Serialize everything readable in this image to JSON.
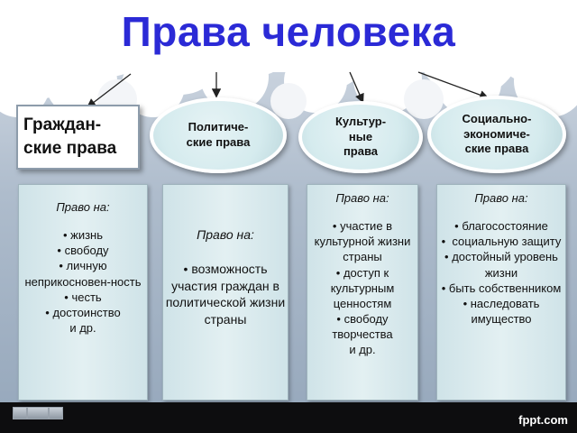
{
  "title": "Права человека",
  "categories": {
    "civil": "Граждан-\nские права",
    "political": "Политиче-\nские права",
    "cultural": "Культур-\nные\nправа",
    "socioeconomic": "Социально-\nэкономиче-\nские права"
  },
  "panels": {
    "civil": {
      "lead": "Право на:",
      "items": [
        "жизнь",
        "свободу",
        "личную неприкосновен-ность",
        "честь",
        "достоинство"
      ],
      "tail": "и др."
    },
    "political": {
      "lead": "Право на:",
      "items": [
        "возможность участия граждан в политической жизни страны"
      ]
    },
    "cultural": {
      "lead": "Право на:",
      "items": [
        "участие в культурной жизни страны",
        "доступ к культурным ценностям",
        "свободу творчества"
      ],
      "tail": "и др."
    },
    "socioeconomic": {
      "lead": "Право на:",
      "items": [
        "благосостояние",
        " социальную защиту",
        "достойный уровень жизни",
        "быть собственником",
        "наследовать имущество"
      ]
    }
  },
  "footer": {
    "logo": "fppt.com"
  },
  "colors": {
    "title": "#2b2ad6",
    "bar": "#0d0d0f"
  }
}
